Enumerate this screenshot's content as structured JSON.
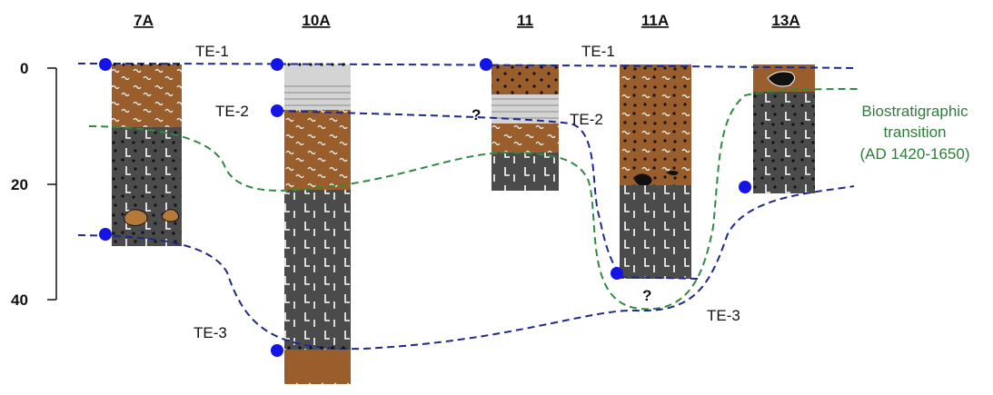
{
  "colors": {
    "brown": "#9a5e2c",
    "dark_grey": "#4b4b4b",
    "light_grey": "#d4d4d4",
    "te_line": "#1c2a8c",
    "bio_line": "#2e8a3e",
    "marker": "#1414e6",
    "bio_text": "#2e7d3a"
  },
  "axis": {
    "ticks": [
      "0",
      "20",
      "40"
    ]
  },
  "cores": [
    {
      "id": "7A",
      "label": "7A"
    },
    {
      "id": "10A",
      "label": "10A"
    },
    {
      "id": "11",
      "label": "11"
    },
    {
      "id": "11A",
      "label": "11A"
    },
    {
      "id": "13A",
      "label": "13A"
    }
  ],
  "tephra_labels": {
    "te1_left": "TE-1",
    "te1_right": "TE-1",
    "te2_left": "TE-2",
    "te2_right": "TE-2",
    "te3_left": "TE-3",
    "te3_right": "TE-3"
  },
  "uncertain": {
    "q_11": "?",
    "q_11a": "?"
  },
  "biostrat": {
    "line1": "Biostratigraphic",
    "line2": "transition",
    "line3": "(AD 1420-1650)"
  }
}
